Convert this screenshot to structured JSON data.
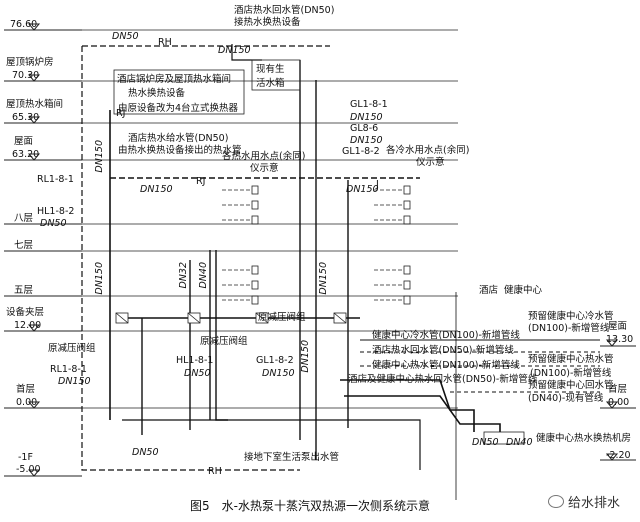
{
  "levels": [
    {
      "name": "",
      "elev": "76.60"
    },
    {
      "name": "屋顶锅炉房",
      "elev": "70.30"
    },
    {
      "name": "屋顶热水箱间",
      "elev": "65.30"
    },
    {
      "name": "屋面",
      "elev": "63.20"
    },
    {
      "name": "八层",
      "elev": ""
    },
    {
      "name": "七层",
      "elev": ""
    },
    {
      "name": "五层",
      "elev": ""
    },
    {
      "name": "设备夹层",
      "elev": "12.00"
    },
    {
      "name": "首层",
      "elev": "0.00"
    },
    {
      "name": "-1F",
      "elev": "-5.00"
    }
  ],
  "right_levels": [
    {
      "name": "屋面",
      "elev": "13.30"
    },
    {
      "name": "首层",
      "elev": "0.00"
    },
    {
      "name": "",
      "elev": "-2.20"
    }
  ],
  "labels": {
    "hotel_return_top_1": "酒店热水回水管(DN50)",
    "hotel_return_top_2": "接热水换热设备",
    "boiler_room_1": "酒店锅炉房及屋顶热水箱间",
    "boiler_room_2": "热水换热设备",
    "boiler_room_3": "由原设备改为4台立式换热器",
    "existing_tank_1": "现有生",
    "existing_tank_2": "活水箱",
    "hotel_supply_1": "酒店热水给水管(DN50)",
    "hotel_supply_2": "由热水换热设备接出的热水管",
    "points_1": "各热水用水点(余同)",
    "points_2": "各冷水用水点(余同)",
    "illustrative_1": "仪示意",
    "illustrative_2": "仪示意",
    "gl_181_top": "GL1-8-1",
    "gl_86": "GL8-6",
    "gl_182_top": "GL1-8-2",
    "rl_181_top": "RL1-8-1",
    "hl_182_top": "HL1-8-2",
    "prv_group_1": "原减压阀组",
    "prv_group_2": "原减压阀组",
    "prv_group_3": "原减压阀组",
    "rl_181_bot": "RL1-8-1",
    "hl_181_bot": "HL1-8-1",
    "gl_182_bot": "GL1-8-2",
    "hotel_area": "酒店",
    "health_center": "健康中心",
    "reserve_cold_1": "预留健康中心冷水管",
    "reserve_cold_2": "(DN100)-新增管线",
    "cold_new": "健康中心冷水管(DN100)-新增管线",
    "reserve_hot_1": "预留健康中心热水管",
    "hot_return_new": "酒店热水回水管(DN50)-新增管线",
    "hot_new": "健康中心热水管(DN100)-新增管线",
    "reserve_hot_2": "(DN100)-新增管线",
    "hot_return_common": "酒店及健康中心热水回水管(DN50)-新增管线",
    "reserve_ret_1": "预留健康中心回水管",
    "reserve_ret_2": "(DN40)-现有管线",
    "plant_room": "健康中心热水换热机房",
    "basement_conn": "接地下室生活泵出水管"
  },
  "pipe_tags": {
    "dn50": "DN50",
    "dn150": "DN150",
    "dn32": "DN32",
    "dn40": "DN40",
    "rh": "RH",
    "rj": "RJ",
    "j": "J"
  },
  "caption": "图5　水-水热泵十蒸汽双热源一次侧系统示意",
  "watermark": "给水排水"
}
